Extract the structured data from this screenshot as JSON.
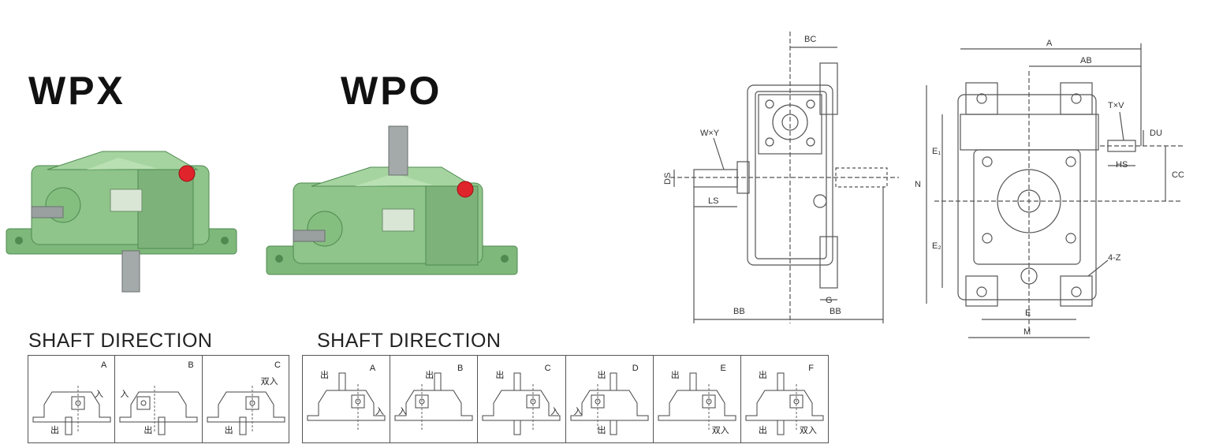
{
  "models": {
    "left": "WPX",
    "right": "WPO"
  },
  "shaft_direction_label": "SHAFT DIRECTION",
  "symbols": {
    "out": "出",
    "in": "入",
    "dual_in": "双入"
  },
  "wpx_directions": [
    {
      "letter": "A"
    },
    {
      "letter": "B"
    },
    {
      "letter": "C"
    }
  ],
  "wpo_directions": [
    {
      "letter": "A"
    },
    {
      "letter": "B"
    },
    {
      "letter": "C"
    },
    {
      "letter": "D"
    },
    {
      "letter": "E"
    },
    {
      "letter": "F"
    }
  ],
  "side_view_dims": {
    "bc": "BC",
    "wy": "W×Y",
    "ds": "DS",
    "ls": "LS",
    "g": "G",
    "bb_left": "BB",
    "bb_right": "BB"
  },
  "front_view_dims": {
    "a": "A",
    "ab": "AB",
    "tv": "T×V",
    "du": "DU",
    "hs": "HS",
    "cc": "CC",
    "n": "N",
    "e1": "E₁",
    "e2": "E₂",
    "z": "4-Z",
    "e": "E",
    "m": "M"
  },
  "colors": {
    "housing": "#8fc58a",
    "housing_dark": "#5c9a5c",
    "plug": "#e0242b"
  }
}
